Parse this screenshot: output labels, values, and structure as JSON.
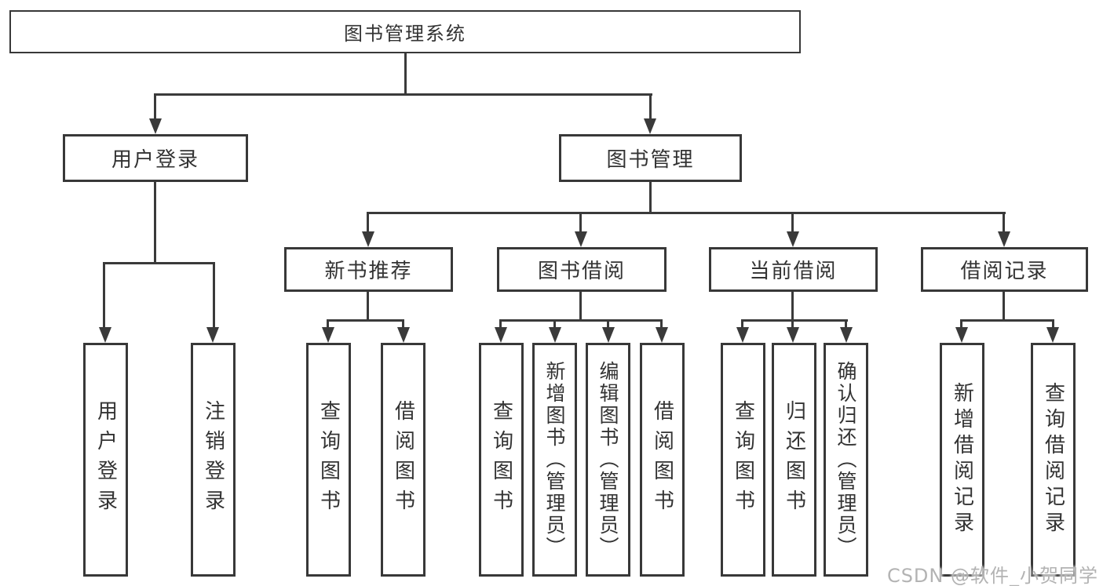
{
  "diagram": {
    "type": "hierarchy-tree",
    "title": "图书管理系统",
    "colors": {
      "background": "#ffffff",
      "border": "#383838",
      "line": "#3a3a3a",
      "text": "#333333",
      "watermark": "#b3b3b3"
    },
    "nodes": {
      "root": {
        "id": "library-management-system",
        "label": "图书管理系统"
      },
      "level2": [
        {
          "id": "user-login",
          "label": "用户登录",
          "parent": "library-management-system"
        },
        {
          "id": "book-management",
          "label": "图书管理",
          "parent": "library-management-system"
        }
      ],
      "level3": [
        {
          "id": "new-book-recommend",
          "label": "新书推荐",
          "parent": "book-management"
        },
        {
          "id": "book-borrow",
          "label": "图书借阅",
          "parent": "book-management"
        },
        {
          "id": "current-borrow",
          "label": "当前借阅",
          "parent": "book-management"
        },
        {
          "id": "borrow-records",
          "label": "借阅记录",
          "parent": "book-management"
        }
      ],
      "leaves": [
        {
          "id": "leaf-user-login",
          "label": "用户登录",
          "parent": "user-login"
        },
        {
          "id": "leaf-logout",
          "label": "注销登录",
          "parent": "user-login"
        },
        {
          "id": "leaf-query-books-recommend",
          "label": "查询图书",
          "parent": "new-book-recommend"
        },
        {
          "id": "leaf-borrow-books-recommend",
          "label": "借阅图书",
          "parent": "new-book-recommend"
        },
        {
          "id": "leaf-query-books-borrow",
          "label": "查询图书",
          "parent": "book-borrow"
        },
        {
          "id": "leaf-add-books-admin",
          "label": "新增图书（管理员）",
          "parent": "book-borrow"
        },
        {
          "id": "leaf-edit-books-admin",
          "label": "编辑图书（管理员）",
          "parent": "book-borrow"
        },
        {
          "id": "leaf-borrow-books",
          "label": "借阅图书",
          "parent": "book-borrow"
        },
        {
          "id": "leaf-query-books-current",
          "label": "查询图书",
          "parent": "current-borrow"
        },
        {
          "id": "leaf-return-books",
          "label": "归还图书",
          "parent": "current-borrow"
        },
        {
          "id": "leaf-confirm-return-admin",
          "label": "确认归还（管理员）",
          "parent": "current-borrow"
        },
        {
          "id": "leaf-add-borrow-record",
          "label": "新增借阅记录",
          "parent": "borrow-records"
        },
        {
          "id": "leaf-query-borrow-record",
          "label": "查询借阅记录",
          "parent": "borrow-records"
        }
      ]
    },
    "watermark": {
      "text": "CSDN @软件_小贺同学"
    }
  }
}
